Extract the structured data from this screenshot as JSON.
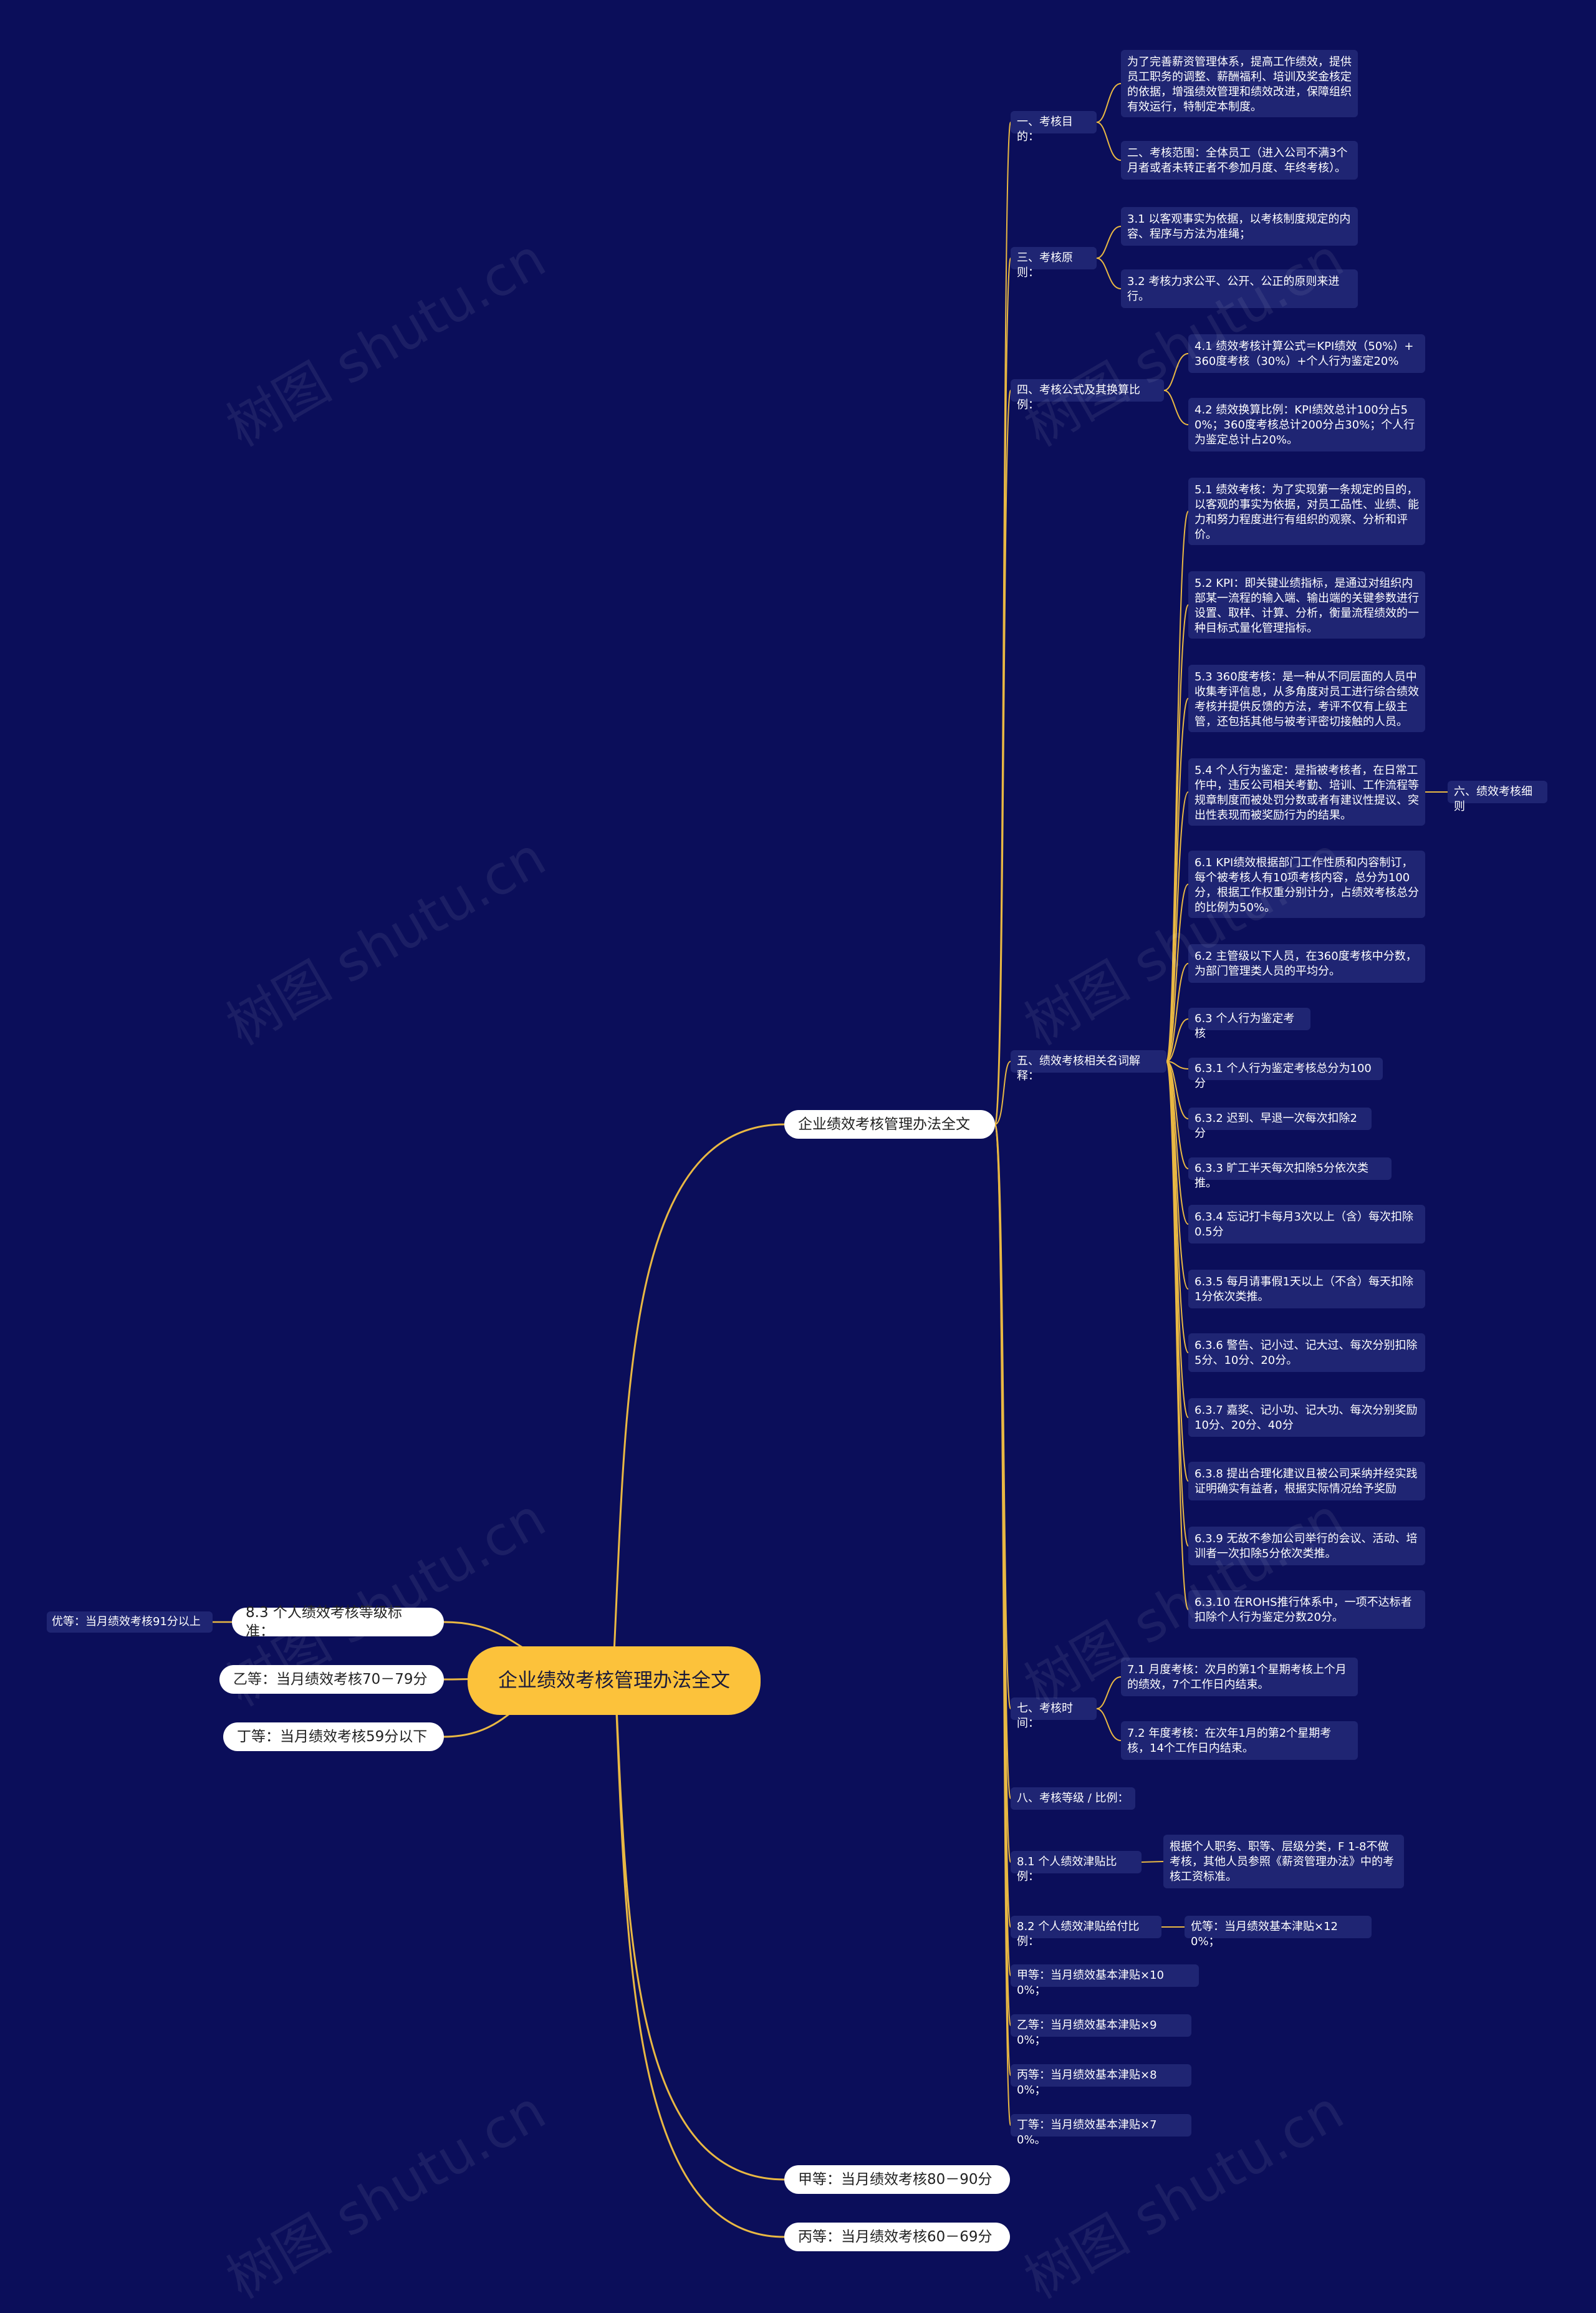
{
  "watermark": "树图 shutu.cn",
  "root": {
    "label": "企业绩效考核管理办法全文"
  },
  "branches": {
    "main": "企业绩效考核管理办法全文",
    "grade_standard": "8.3 个人绩效考核等级标准：",
    "excellent": "优等：当月绩效考核91分以上",
    "grade_b": "乙等：当月绩效考核70－79分",
    "grade_d": "丁等：当月绩效考核59分以下",
    "grade_a": "甲等：当月绩效考核80－90分",
    "grade_c": "丙等：当月绩效考核60－69分"
  },
  "sections": {
    "purpose": "一、考核目的：",
    "principle": "三、考核原则：",
    "formula": "四、考核公式及其换算比例：",
    "terms": "五、绩效考核相关名词解释：",
    "time": "七、考核时间：",
    "level": "八、考核等级 / 比例：",
    "allowance": "8.1 个人绩效津贴比例：",
    "pay_ratio": "8.2 个人绩效津贴给付比例：",
    "pay_a": "甲等：当月绩效基本津贴×100%；",
    "pay_b": "乙等：当月绩效基本津贴×90%；",
    "pay_c": "丙等：当月绩效基本津贴×80%；",
    "pay_d": "丁等：当月绩效基本津贴×70%。"
  },
  "details": {
    "p1": "为了完善薪资管理体系，提高工作绩效，提供员工职务的调整、薪酬福利、培训及奖金核定的依据，增强绩效管理和绩效改进，保障组织有效运行，特制定本制度。",
    "p2": "二、考核范围：全体员工（进入公司不满3个月者或者未转正者不参加月度、年终考核）。",
    "r1": "3.1 以客观事实为依据，以考核制度规定的内容、程序与方法为准绳；",
    "r2": "3.2 考核力求公平、公开、公正的原则来进行。",
    "f1": "4.1 绩效考核计算公式＝KPI绩效（50%）+360度考核（30%）+个人行为鉴定20%",
    "f2": "4.2 绩效换算比例：KPI绩效总计100分占50%；360度考核总计200分占30%；个人行为鉴定总计占20%。",
    "t51": "5.1 绩效考核：为了实现第一条规定的目的，以客观的事实为依据，对员工品性、业绩、能力和努力程度进行有组织的观察、分析和评价。",
    "t52": "5.2 KPI：即关键业绩指标，是通过对组织内部某一流程的输入端、输出端的关键参数进行设置、取样、计算、分析，衡量流程绩效的一种目标式量化管理指标。",
    "t53": "5.3 360度考核：是一种从不同层面的人员中收集考评信息，从多角度对员工进行综合绩效考核并提供反馈的方法，考评不仅有上级主管，还包括其他与被考评密切接触的人员。",
    "t54": "5.4 个人行为鉴定：是指被考核者，在日常工作中，违反公司相关考勤、培训、工作流程等规章制度而被处罚分数或者有建议性提议、突出性表现而被奖励行为的结果。",
    "six": "六、绩效考核细则",
    "t61": "6.1 KPI绩效根据部门工作性质和内容制订，每个被考核人有10项考核内容，总分为100分，根据工作权重分别计分，占绩效考核总分的比例为50%。",
    "t62": "6.2 主管级以下人员，在360度考核中分数，为部门管理类人员的平均分。",
    "t63": "6.3 个人行为鉴定考核",
    "t631": "6.3.1 个人行为鉴定考核总分为100分",
    "t632": "6.3.2 迟到、早退一次每次扣除2分",
    "t633": "6.3.3 旷工半天每次扣除5分依次类推。",
    "t634": "6.3.4 忘记打卡每月3次以上（含）每次扣除0.5分",
    "t635": "6.3.5 每月请事假1天以上（不含）每天扣除1分依次类推。",
    "t636": "6.3.6 警告、记小过、记大过、每次分别扣除5分、10分、20分。",
    "t637": "6.3.7 嘉奖、记小功、记大功、每次分别奖励10分、20分、40分",
    "t638": "6.3.8 提出合理化建议且被公司采纳并经实践证明确实有益者，根据实际情况给予奖励",
    "t639": "6.3.9 无故不参加公司举行的会议、活动、培训者一次扣除5分依次类推。",
    "t6310": "6.3.10 在ROHS推行体系中，一项不达标者扣除个人行为鉴定分数20分。",
    "m1": "7.1 月度考核：次月的第1个星期考核上个月的绩效，7个工作日内结束。",
    "m2": "7.2 年度考核：在次年1月的第2个星期考核，14个工作日内结束。",
    "a1": "根据个人职务、职等、层级分类，F 1-8不做考核，其他人员参照《薪资管理办法》中的考核工资标准。",
    "pay_excellent": "优等：当月绩效基本津贴×120%；"
  },
  "colors": {
    "background": "#0b0e5a",
    "root_fill": "#fcc23b",
    "node_fill": "#1f2573",
    "connector": "#e9b843",
    "branch_fill": "#ffffff"
  }
}
